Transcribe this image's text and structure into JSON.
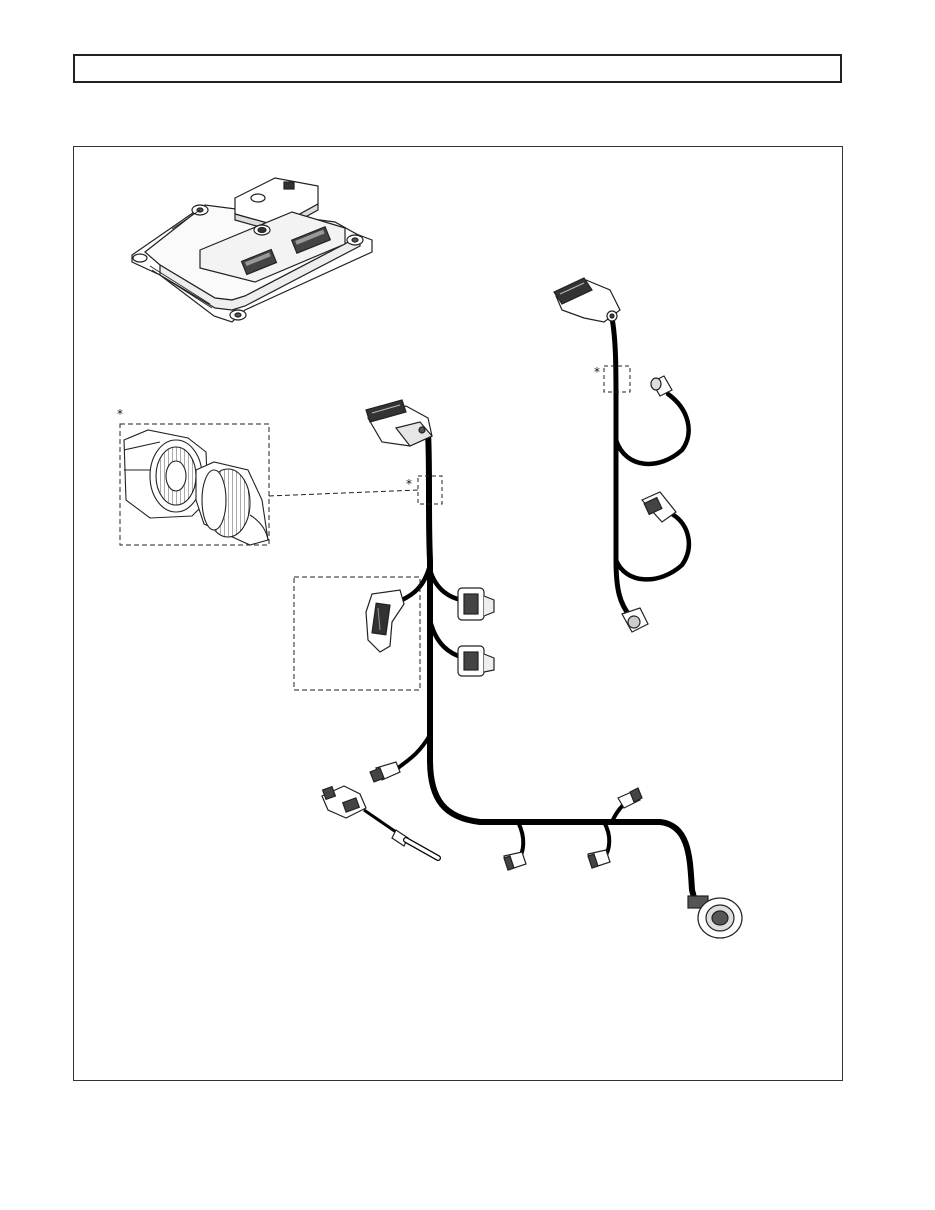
{
  "header": {
    "title": ""
  },
  "diagram": {
    "callout_marker": "*",
    "parts": [
      "ecu-module",
      "main-harness-connector",
      "secondary-harness-connector",
      "inline-circular-connector-detail",
      "deutsch-connector",
      "sensor-connector",
      "circular-connector",
      "temperature-probe"
    ]
  }
}
